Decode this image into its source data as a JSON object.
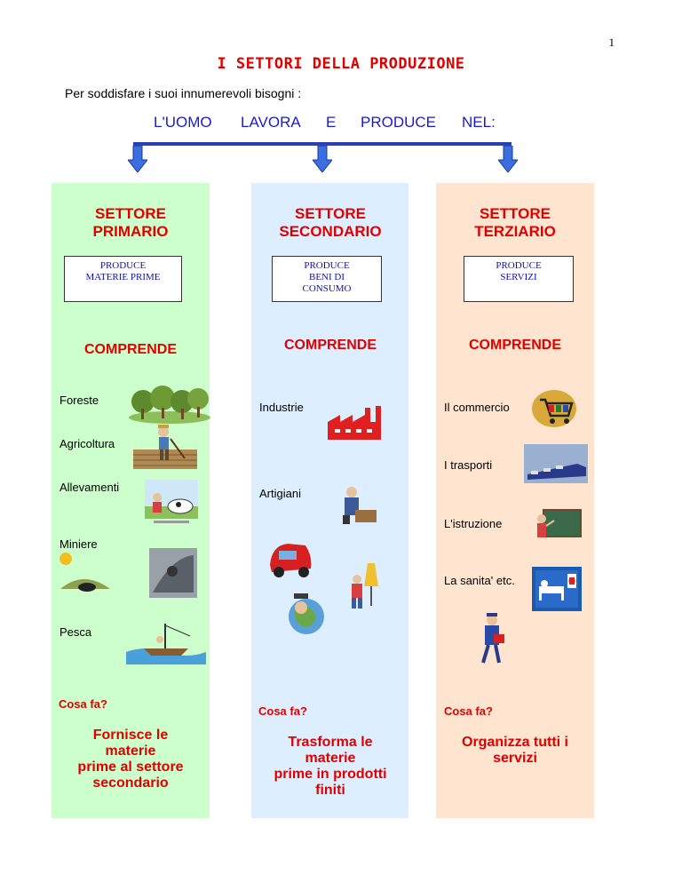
{
  "page_number": "1",
  "title": "I SETTORI DELLA PRODUZIONE",
  "intro": "Per soddisfare i suoi innumerevoli bisogni :",
  "header_words": [
    "L'UOMO",
    "LAVORA",
    "E",
    "PRODUCE",
    "NEL:"
  ],
  "columns": [
    {
      "sector": [
        "SETTORE",
        "PRIMARIO"
      ],
      "produces": [
        "PRODUCE",
        "MATERIE  PRIME"
      ],
      "comprende": "COMPRENDE",
      "items": [
        "Foreste",
        "Agricoltura",
        "Allevamenti",
        "Miniere",
        "Pesca"
      ],
      "cosa_fa": "Cosa fa?",
      "conclusion": [
        "Fornisce le",
        "materie",
        "prime al settore",
        "secondario"
      ],
      "bg": "#ccffcc"
    },
    {
      "sector": [
        "SETTORE",
        "SECONDARIO"
      ],
      "produces": [
        "PRODUCE",
        "BENI DI",
        "CONSUMO"
      ],
      "comprende": "COMPRENDE",
      "items": [
        "Industrie",
        "Artigiani"
      ],
      "cosa_fa": "Cosa fa?",
      "conclusion": [
        "Trasforma le",
        "materie",
        "prime in prodotti",
        "finiti"
      ],
      "bg": "#dceeff"
    },
    {
      "sector": [
        "SETTORE",
        "TERZIARIO"
      ],
      "produces": [
        "PRODUCE",
        "SERVIZI"
      ],
      "comprende": "COMPRENDE",
      "items": [
        "Il commercio",
        "I trasporti",
        "L'istruzione",
        "La sanita' etc."
      ],
      "cosa_fa": "Cosa fa?",
      "conclusion": [
        "Organizza tutti i",
        "servizi"
      ],
      "bg": "#ffe4cf"
    }
  ],
  "colors": {
    "title_red": "#e00000",
    "header_blue": "#1a1ad6",
    "arrow_blue": "#3a6fe0"
  }
}
